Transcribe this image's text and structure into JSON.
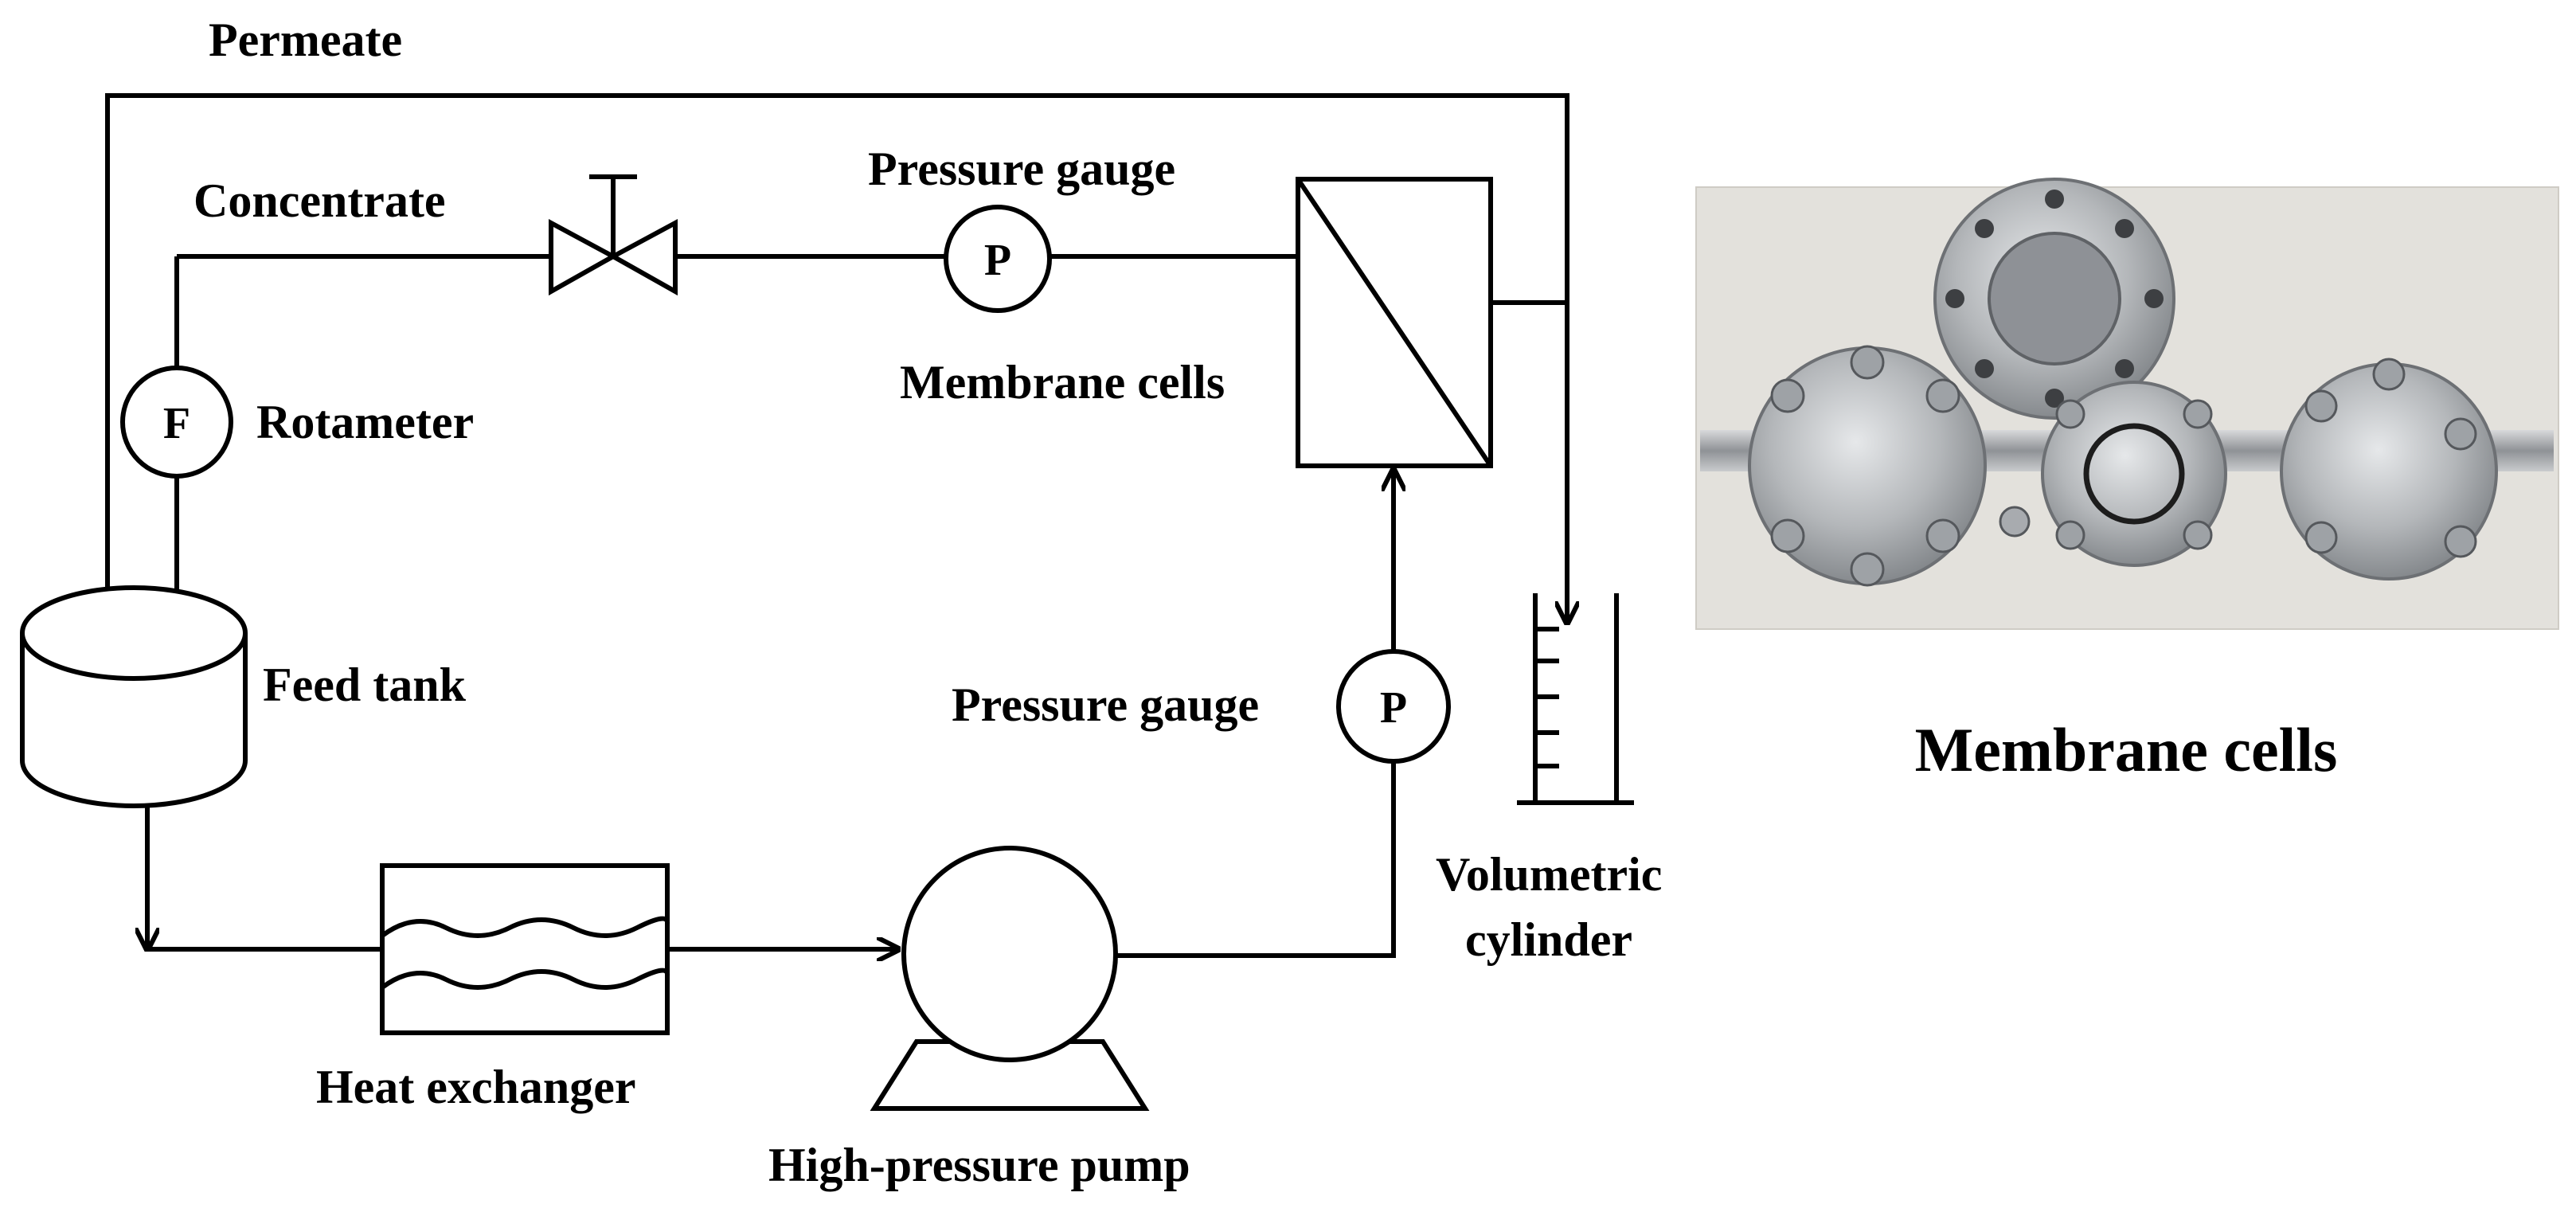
{
  "labels": {
    "permeate": "Permeate",
    "concentrate": "Concentrate",
    "pressure_gauge_top": "Pressure gauge",
    "membrane_cells": "Membrane cells",
    "rotameter": "Rotameter",
    "feed_tank": "Feed tank",
    "pressure_gauge_right": "Pressure gauge",
    "volumetric_line1": "Volumetric",
    "volumetric_line2": "cylinder",
    "heat_exchanger": "Heat exchanger",
    "high_pressure_pump": "High-pressure pump",
    "photo_caption": "Membrane cells"
  },
  "symbols": {
    "flow": "F",
    "pressure_top": "P",
    "pressure_right": "P"
  },
  "colors": {
    "line": "#000000",
    "background": "#ffffff",
    "photo_background": "#e3e1dc",
    "steel": "#b9bbbe"
  }
}
